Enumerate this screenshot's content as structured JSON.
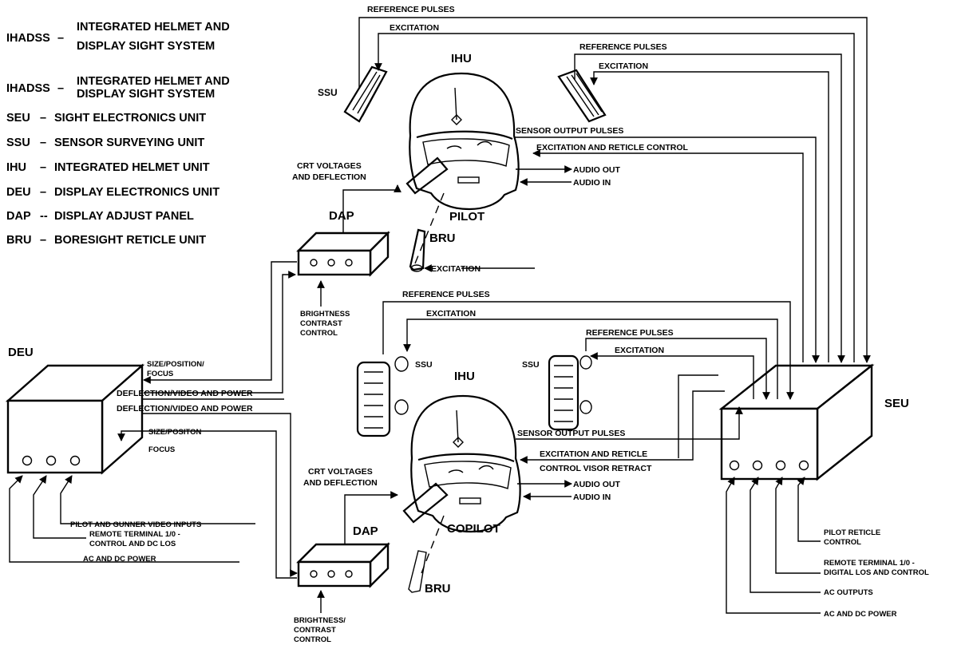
{
  "legend": [
    {
      "abbr": "IHADSS",
      "sep": "–",
      "line1": "INTEGRATED HELMET AND",
      "line2": "DISPLAY SIGHT SYSTEM"
    },
    {
      "abbr": "IHADSS",
      "sep": "–",
      "line1": "INTEGRATED HELMET AND",
      "line2": "DISPLAY SIGHT SYSTEM"
    },
    {
      "abbr": "SEU",
      "sep": "–",
      "text": "SIGHT ELECTRONICS UNIT"
    },
    {
      "abbr": "SSU",
      "sep": "–",
      "text": "SENSOR SURVEYING UNIT"
    },
    {
      "abbr": "IHU",
      "sep": "–",
      "text": "INTEGRATED HELMET UNIT"
    },
    {
      "abbr": "DEU",
      "sep": "–",
      "text": "DISPLAY ELECTRONICS UNIT"
    },
    {
      "abbr": "DAP",
      "sep": "--",
      "text": "DISPLAY ADJUST PANEL"
    },
    {
      "abbr": "BRU",
      "sep": "–",
      "text": "BORESIGHT RETICLE UNIT"
    }
  ],
  "units": {
    "deu": "DEU",
    "seu": "SEU",
    "dap": "DAP",
    "ssu": "SSU",
    "ihu": "IHU",
    "bru": "BRU",
    "pilot": "PILOT",
    "copilot": "COPILOT"
  },
  "signals": {
    "reference_pulses": "REFERENCE PULSES",
    "reference_pulses_spaced": "REFERENCE  PULSES",
    "excitation": "EXCITATION",
    "sensor_output_pulses": "SENSOR OUTPUT PULSES",
    "excitation_reticle_control": "EXCITATION AND RETICLE CONTROL",
    "excitation_and_reticle": "EXCITATION AND RETICLE",
    "control_visor_retract": "CONTROL VISOR RETRACT",
    "audio_out": "AUDIO OUT",
    "audio_in": "AUDIO IN",
    "crt_voltages": "CRT VOLTAGES",
    "and_deflection": "AND DEFLECTION",
    "brightness": "BRIGHTNESS",
    "brightness_slash": "BRIGHTNESS/",
    "contrast": "CONTRAST",
    "control": "CONTROL",
    "size_position_focus_1": "SIZE/POSITION/",
    "size_position_focus_2": "FOCUS",
    "deflection_video_power": "DEFLECTION/VIDEO AND POWER",
    "size_positon": "SIZE/POSITON",
    "focus": "FOCUS",
    "pilot_gunner_video": "PILOT AND GUNNER VIDEO INPUTS",
    "remote_terminal_deu_1": "REMOTE TERMINAL 1/0 -",
    "remote_terminal_deu_2": "CONTROL AND DC LOS",
    "ac_dc_power": "AC AND DC POWER",
    "pilot_reticle_1": "PILOT RETICLE",
    "pilot_reticle_2": "CONTROL",
    "remote_terminal_seu_1": "REMOTE TERMINAL 1/0 -",
    "remote_terminal_seu_2": "DIGITAL LOS AND CONTROL",
    "ac_outputs": "AC OUTPUTS"
  }
}
